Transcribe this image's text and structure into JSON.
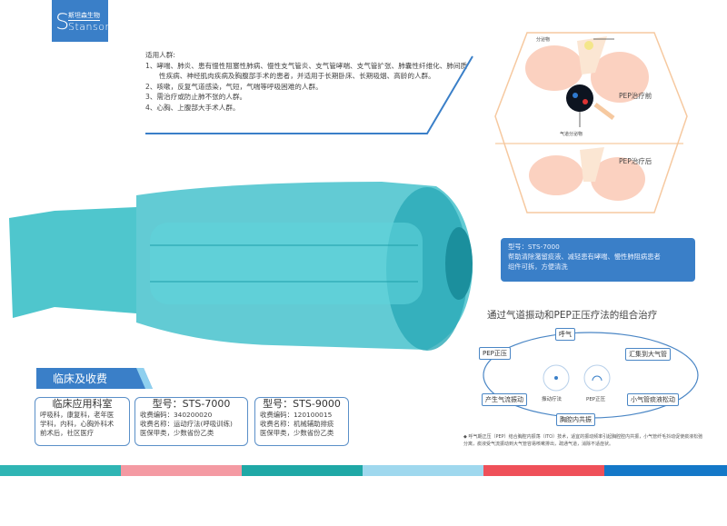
{
  "logo": {
    "cn": "斯坦森生物",
    "en": "Stanson"
  },
  "target_group": {
    "title": "适用人群:",
    "items": [
      "1、哮喘、肺炎、患有慢性阻塞性肺病、慢性支气管炎、支气管哮喘、支气管扩张、肺囊性纤维化、肺间质性疾病、神经肌肉疾病及胸腹部手术的患者，并适用于长期卧床、长期吸烟、高龄的人群。",
      "2、咳嗽，反复气道感染，气短，气喘等呼吸困难的人群。",
      "3、需治疗或防止肺不张的人群。",
      "4、心胸、上腹部大手术人群。"
    ]
  },
  "illustration": {
    "secretion_label": "分泌物",
    "before_label": "PEP治疗前",
    "airway_label": "气道分泌物",
    "after_label": "PEP治疗后"
  },
  "product_box": {
    "model": "型号：STS-7000",
    "line1": "帮助清除潴留痰液、减轻患有哮喘、慢性肺阻病患者",
    "line2": "组件可拆，方便清洗"
  },
  "therapy": {
    "title": "通过气道振动和PEP正压疗法的组合治疗",
    "nodes": {
      "exhale": "呼气",
      "pep": "PEP正压",
      "collect": "汇集到大气管",
      "vibration": "产生气流振动",
      "loosen": "小气管痰液松动",
      "resonance": "胸腔内共振"
    },
    "center": {
      "vib_label": "振动疗法",
      "pep_label": "PEP正压"
    },
    "footnote": "呼气期正压（PEP）结合胸腔内振荡（ITO）技术，适宜的振动频率引起胸腔腔内共振，小气管纤毛抖动促使痰液松弛分离，痰液受气流振动到大气管容易咳嗽排出，疏通气道，消除不适症状。"
  },
  "section": {
    "title": "临床及收费"
  },
  "cards": [
    {
      "title": "临床应用科室",
      "lines": [
        "呼吸科，康复科，老年医",
        "学科，内科，心胸外科术",
        "前术后，社区医疗"
      ]
    },
    {
      "title": "型号：STS-7000",
      "lines": [
        "收费编码：340200020",
        "收费名称：运动疗法(呼吸训练)",
        "医保甲类，少数省份乙类"
      ]
    },
    {
      "title": "型号：STS-9000",
      "lines": [
        "收费编码：120100015",
        "收费名称：机械辅助排痰",
        "医保甲类，少数省份乙类"
      ]
    }
  ],
  "colors": {
    "brand": "#3a7fc8",
    "device": "#2fb3c0",
    "stripes": [
      "#2fb5b4",
      "#f49aa3",
      "#1fa8a6",
      "#9fd8ee",
      "#ef5059",
      "#1478c8"
    ]
  }
}
